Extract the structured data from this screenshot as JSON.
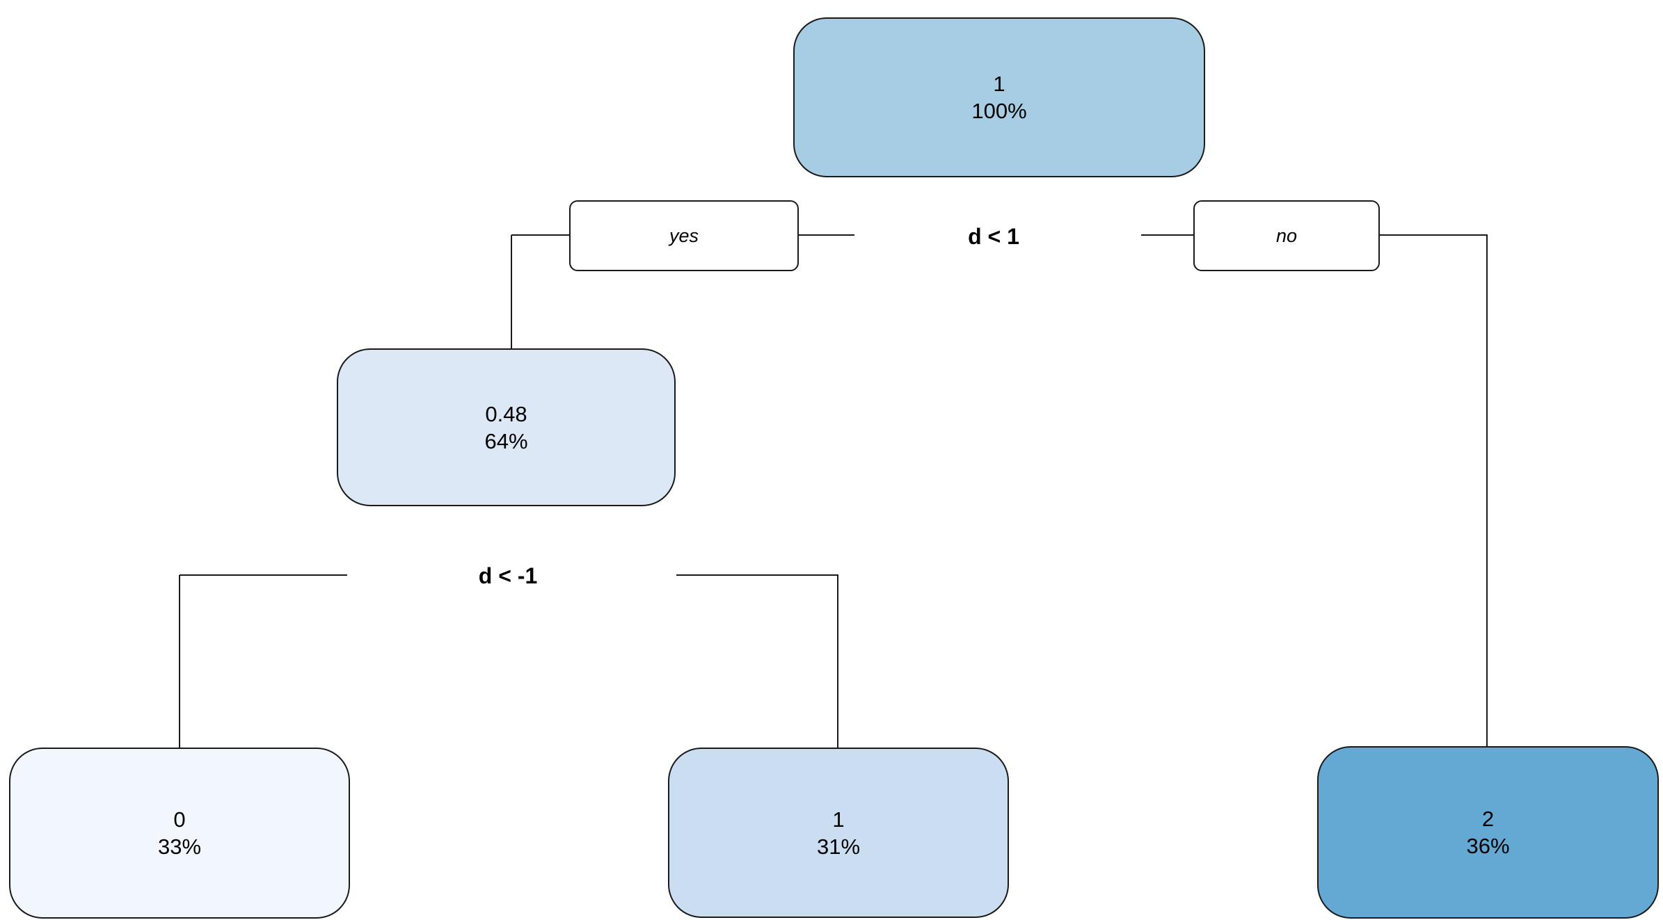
{
  "diagram": {
    "type": "decision-tree",
    "background": "#ffffff",
    "line_color": "#1a1a1a",
    "text_color": "#000000",
    "root": {
      "value": "1",
      "percent": "100%",
      "fill": "#a6cde3"
    },
    "split_root": {
      "condition": "d < 1",
      "yes_label": "yes",
      "no_label": "no"
    },
    "node_internal": {
      "value": "0.48",
      "percent": "64%",
      "fill": "#dce8f5"
    },
    "split_internal": {
      "condition": "d < -1"
    },
    "leaf_left": {
      "value": "0",
      "percent": "33%",
      "fill": "#f1f7fd"
    },
    "leaf_middle": {
      "value": "1",
      "percent": "31%",
      "fill": "#cbddf1"
    },
    "leaf_right": {
      "value": "2",
      "percent": "36%",
      "fill": "#64a9d3"
    }
  }
}
